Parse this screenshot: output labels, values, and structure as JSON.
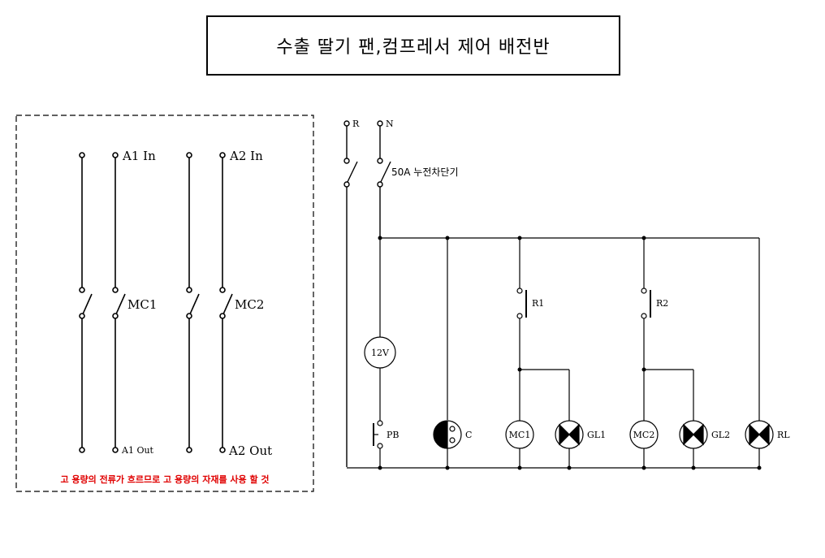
{
  "title": "수출 딸기 팬,컴프레서 제어 배전반",
  "colors": {
    "line": "#000000",
    "warning": "#e00000",
    "background": "#ffffff"
  },
  "power_panel": {
    "a1_in": "A1 In",
    "a1_out": "A1 Out",
    "mc1": "MC1",
    "a2_in": "A2 In",
    "a2_out": "A2 Out",
    "mc2": "MC2",
    "warning": "고 용량의 전류가 흐르므로 고 용량의 자재를 사용 할 것"
  },
  "control_circuit": {
    "supply_r": "R",
    "supply_n": "N",
    "breaker": "50A 누전차단기",
    "relay_r1": "R1",
    "relay_r2": "R2",
    "source_12v": "12V",
    "push_button": "PB",
    "compressor": "C",
    "coil_mc1": "MC1",
    "coil_mc2": "MC2",
    "lamp_gl1": "GL1",
    "lamp_gl2": "GL2",
    "lamp_rl": "RL"
  }
}
